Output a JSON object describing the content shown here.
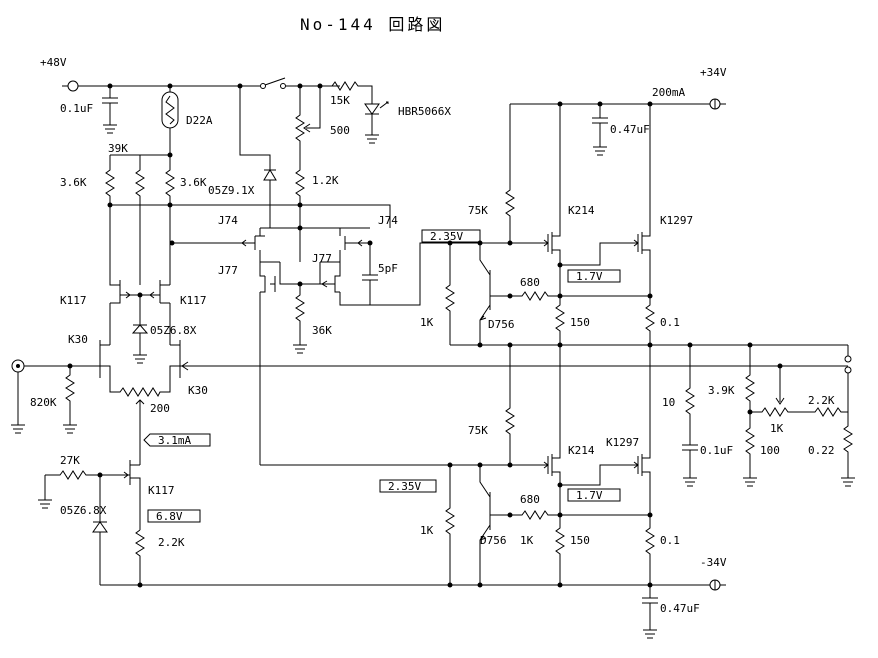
{
  "title": "No-144 回路図",
  "rails": {
    "pos48": "+48V",
    "pos34": "+34V",
    "neg34": "-34V",
    "current": "200mA"
  },
  "labels": {
    "c_01uF": "0.1uF",
    "d22a": "D22A",
    "r39k": "39K",
    "r36k_a": "3.6K",
    "r36k_b": "3.6K",
    "r15k": "15K",
    "hbr": "HBR5066X",
    "vr500": "500",
    "c047_top": "0.47uF",
    "z91": "05Z9.1X",
    "r12k": "1.2K",
    "j74_l": "J74",
    "j74_r": "J74",
    "j77_l": "J77",
    "j77_r": "J77",
    "c5pf": "5pF",
    "r36k_src": "36K",
    "k117_l": "K117",
    "k117_r": "K117",
    "z68_top": "05Z6.8X",
    "k30_l": "K30",
    "k30_r": "K30",
    "r820k": "820K",
    "vr200": "200",
    "r27k": "27K",
    "k117_bot": "K117",
    "z68_bot": "05Z6.8X",
    "r22k_bot": "2.2K",
    "r75k_top": "75K",
    "k214_top": "K214",
    "k1297_top": "K1297",
    "r680_top": "680",
    "r1k_top": "1K",
    "d756_top": "D756",
    "r150_top": "150",
    "r01_top": "0.1",
    "r10": "10",
    "c01_out": "0.1uF",
    "r39k_fb": "3.9K",
    "vr1k": "1K",
    "r100": "100",
    "r22k_fb": "2.2K",
    "r022": "0.22",
    "r75k_bot": "75K",
    "k214_bot": "K214",
    "k1297_bot": "K1297",
    "r680_bot": "680",
    "r1k_bot": "1K",
    "r1k_bot2": "1K",
    "d756_bot": "D756",
    "r150_bot": "150",
    "r01_bot": "0.1",
    "c047_bot": "0.47uF"
  },
  "boxes": {
    "v235_top": "2.35V",
    "v17_top": "1.7V",
    "i31": "3.1mA",
    "v68": "6.8V",
    "v235_bot": "2.35V",
    "v17_bot": "1.7V"
  }
}
